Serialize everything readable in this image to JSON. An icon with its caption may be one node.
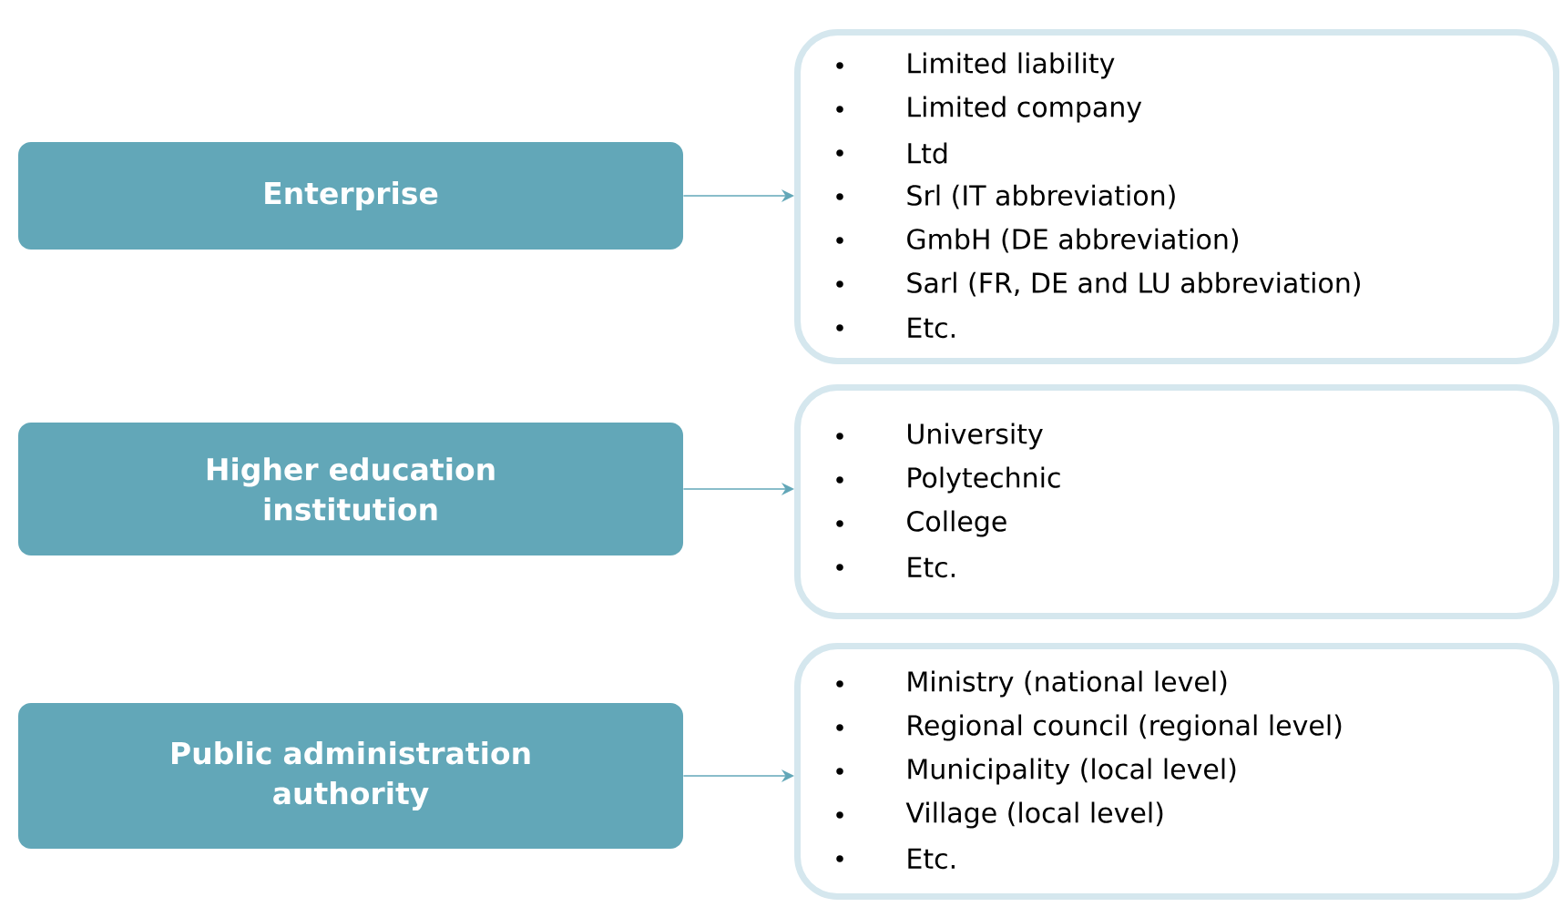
{
  "diagram": {
    "nodes": [
      {
        "text": [
          "Enterprise"
        ]
      },
      {
        "text": [
          "Limited liability",
          "Limited company",
          "Ltd",
          "Srl (IT abbreviation)",
          "GmbH (DE abbreviation)",
          "Sarl (FR, DE and LU abbreviation)",
          "Etc."
        ]
      },
      {
        "text": [
          "Higher education institution"
        ]
      },
      {
        "text": [
          "University",
          "Polytechnic",
          "College",
          "Etc."
        ]
      },
      {
        "text": [
          "Public administration authority"
        ]
      },
      {
        "text": [
          "Ministry (national level)",
          "Regional council (regional level)",
          "Municipality (local level)",
          "Village (local level)",
          "Etc."
        ]
      }
    ],
    "edges": [
      {
        "from": 0,
        "to": 1,
        "arrow": "to"
      },
      {
        "from": 2,
        "to": 3,
        "arrow": "to"
      },
      {
        "from": 4,
        "to": 5,
        "arrow": "to"
      }
    ]
  }
}
